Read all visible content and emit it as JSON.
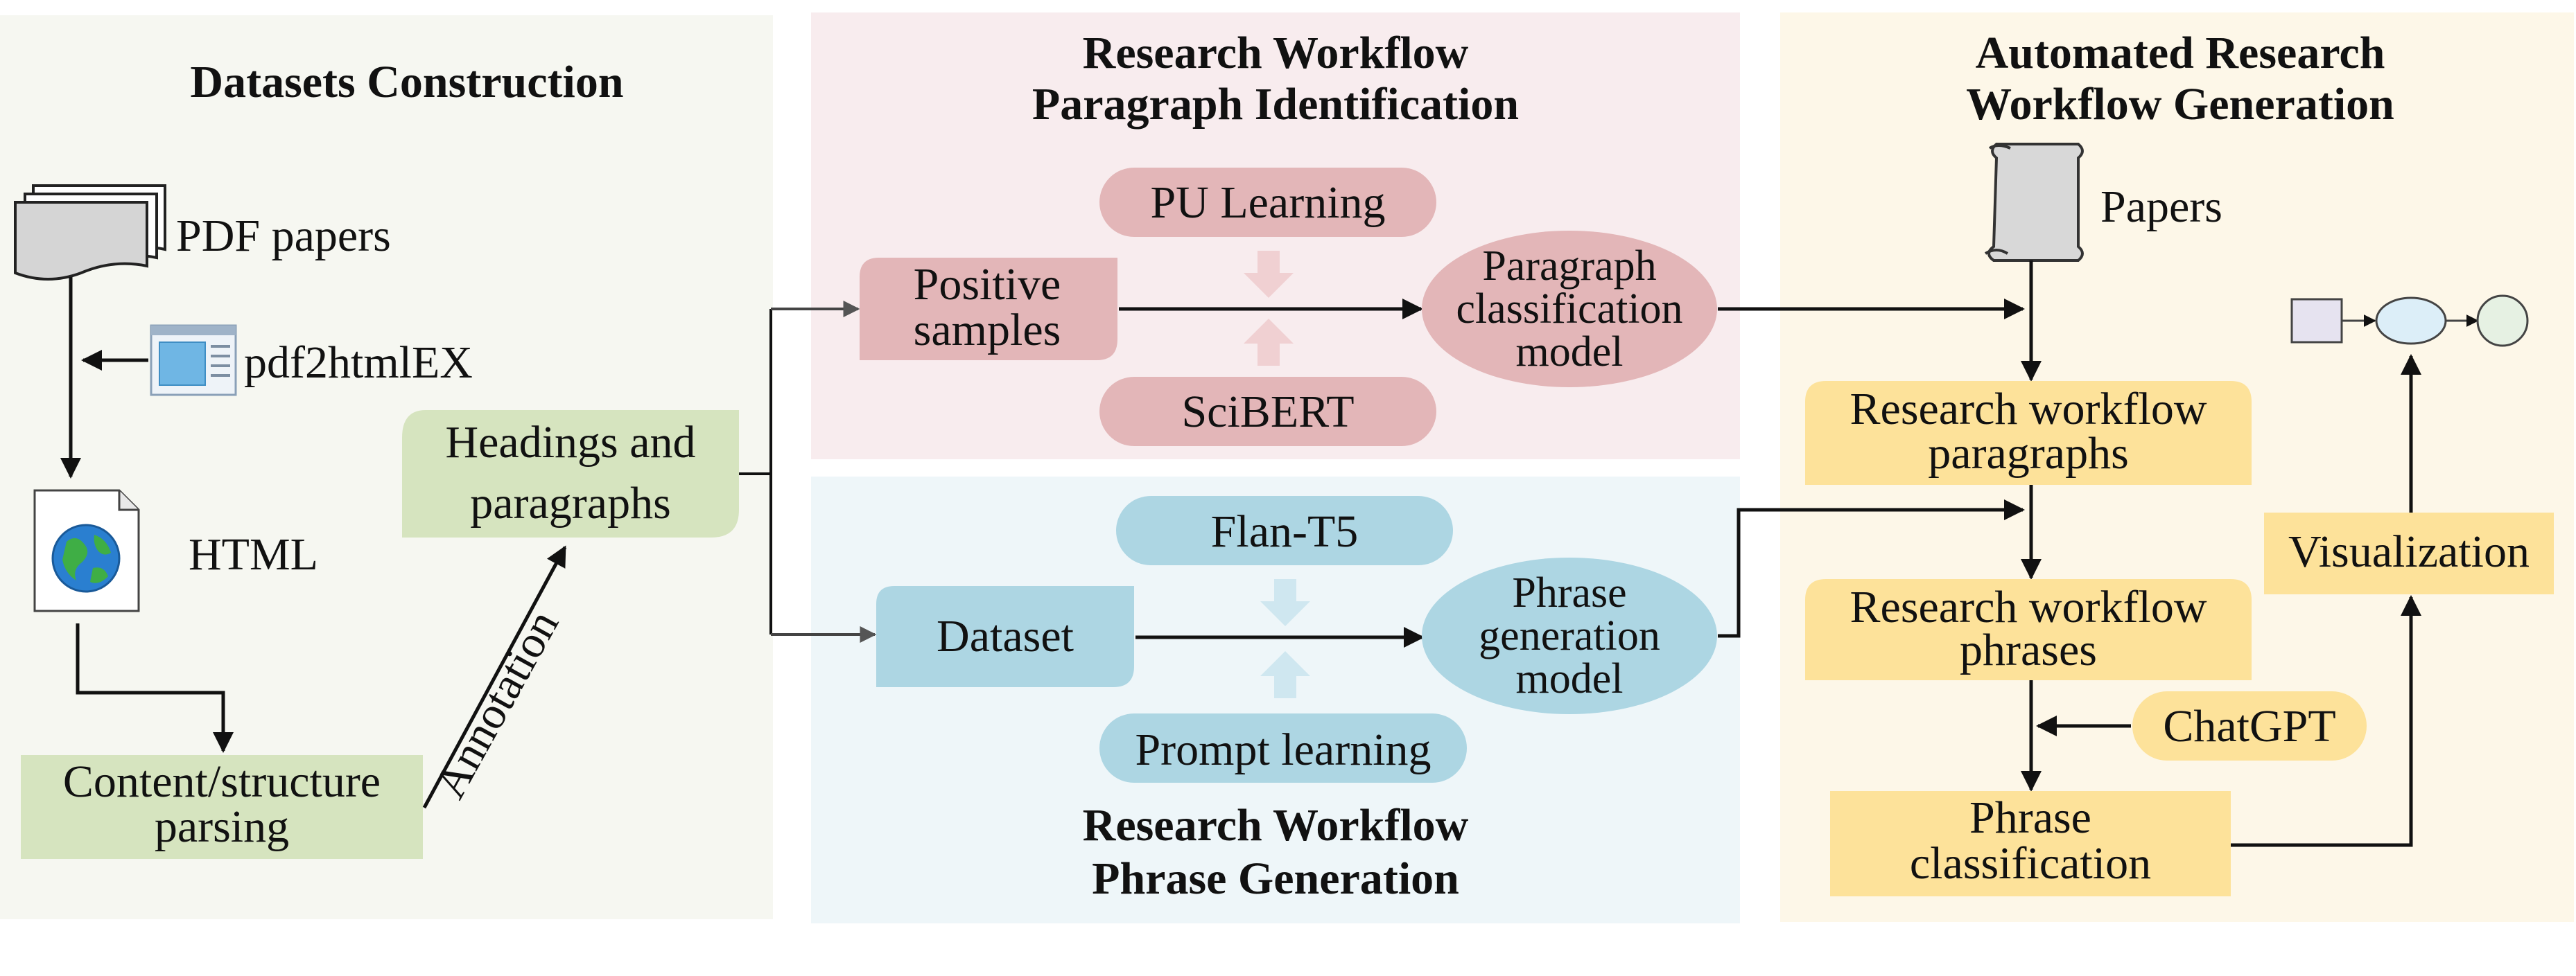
{
  "colors": {
    "panel_left": "#f6f7f1",
    "panel_mid_top": "#f8ecee",
    "panel_mid_bottom": "#eef6f9",
    "panel_right": "#fdf7e8",
    "green_box": "#d6e4bf",
    "pink_box": "#e3b6b8",
    "blue_box": "#add6e3",
    "yellow_box": "#fde29a",
    "arrow": "#111111"
  },
  "panels": {
    "datasets": {
      "title": "Datasets Construction"
    },
    "paragraph_id": {
      "title_line1": "Research Workflow",
      "title_line2": "Paragraph Identification"
    },
    "phrase_gen": {
      "title_line1": "Research Workflow",
      "title_line2": "Phrase Generation"
    },
    "generation": {
      "title_line1": "Automated Research",
      "title_line2": "Workflow Generation"
    }
  },
  "nodes": {
    "pdf_papers": "PDF papers",
    "pdf2htmlex": "pdf2htmlEX",
    "html": "HTML",
    "content_parsing_line1": "Content/structure",
    "content_parsing_line2": "parsing",
    "annotation": "Annotation",
    "headings_line1": "Headings and",
    "headings_line2": "paragraphs",
    "pu_learning": "PU Learning",
    "positive_line1": "Positive",
    "positive_line2": "samples",
    "scibert": "SciBERT",
    "para_model_line1": "Paragraph",
    "para_model_line2": "classification",
    "para_model_line3": "model",
    "flan_t5": "Flan-T5",
    "dataset": "Dataset",
    "prompt_learning": "Prompt learning",
    "phrase_model_line1": "Phrase",
    "phrase_model_line2": "generation",
    "phrase_model_line3": "model",
    "papers": "Papers",
    "rw_paragraphs_line1": "Research workflow",
    "rw_paragraphs_line2": "paragraphs",
    "rw_phrases_line1": "Research workflow",
    "rw_phrases_line2": "phrases",
    "chatgpt": "ChatGPT",
    "phrase_class_line1": "Phrase",
    "phrase_class_line2": "classification",
    "visualization": "Visualization"
  },
  "icons": {
    "pdf": "stacked-documents-icon",
    "converter": "browser-window-icon",
    "html": "globe-document-icon",
    "papers": "scroll-icon",
    "workflow_graph": "workflow-graph-icon"
  }
}
